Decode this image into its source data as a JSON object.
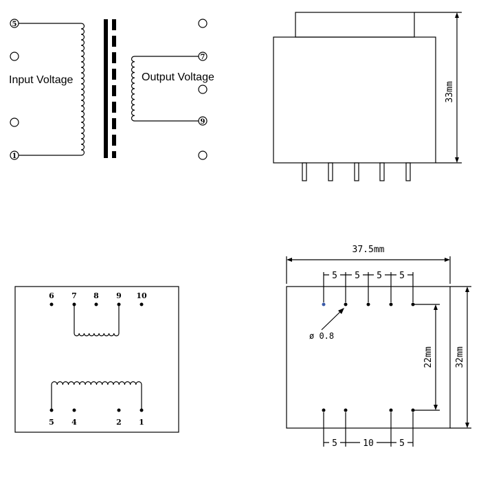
{
  "schematic": {
    "input_label": "Input Voltage",
    "output_label": "Output Voltage",
    "pin_top_left": "5",
    "pin_bottom_left": "1",
    "pin_output_top": "7",
    "pin_output_bottom": "9"
  },
  "side_view": {
    "height_label": "33mm"
  },
  "bottom_view": {
    "top_pins": [
      "6",
      "7",
      "8",
      "9",
      "10"
    ],
    "bottom_pins": [
      "5",
      "4",
      "2",
      "1"
    ]
  },
  "footprint": {
    "width_label": "37.5mm",
    "height_label": "32mm",
    "pin_row_span_label": "22mm",
    "hole_label": "ø 0.8",
    "top_pitch": [
      "5",
      "5",
      "5",
      "5"
    ],
    "bottom_pitch": [
      "5",
      "10",
      "5"
    ]
  }
}
